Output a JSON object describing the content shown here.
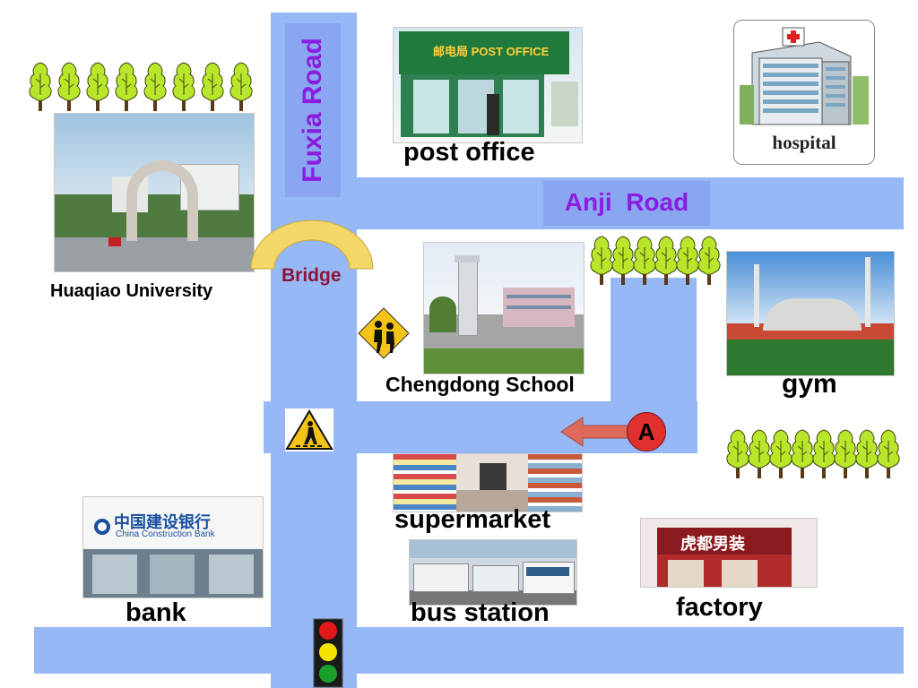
{
  "roads": {
    "fuxia": "Fuxia Road",
    "anji": "Anji  Road"
  },
  "places": {
    "post_office": "post office",
    "hospital": "hospital",
    "huaqiao": "Huaqiao University",
    "bridge": "Bridge",
    "chengdong": "Chengdong School",
    "gym": "gym",
    "supermarket": "supermarket",
    "bank": "bank",
    "bus_station": "bus station",
    "factory": "factory"
  },
  "marker": {
    "label": "A"
  },
  "signs": {
    "post_office_sign": "邮电局 POST OFFICE",
    "bank_sign_cn": "中国建设银行",
    "bank_sign_en": "China Construction Bank",
    "factory_sign": "虎都男装"
  },
  "colors": {
    "road": "#97b8f6",
    "label_purple": "#8a1de0",
    "bridge_label": "#8b1535",
    "arrow": "#e06a5a",
    "marker": "#e03030",
    "tree_green": "#b9e52a",
    "tree_trunk": "#5a3a18"
  },
  "icons": [
    "tree-icon",
    "children-crossing-icon",
    "pedestrian-crossing-icon",
    "traffic-light-icon",
    "hospital-icon",
    "arrow-left-icon"
  ]
}
